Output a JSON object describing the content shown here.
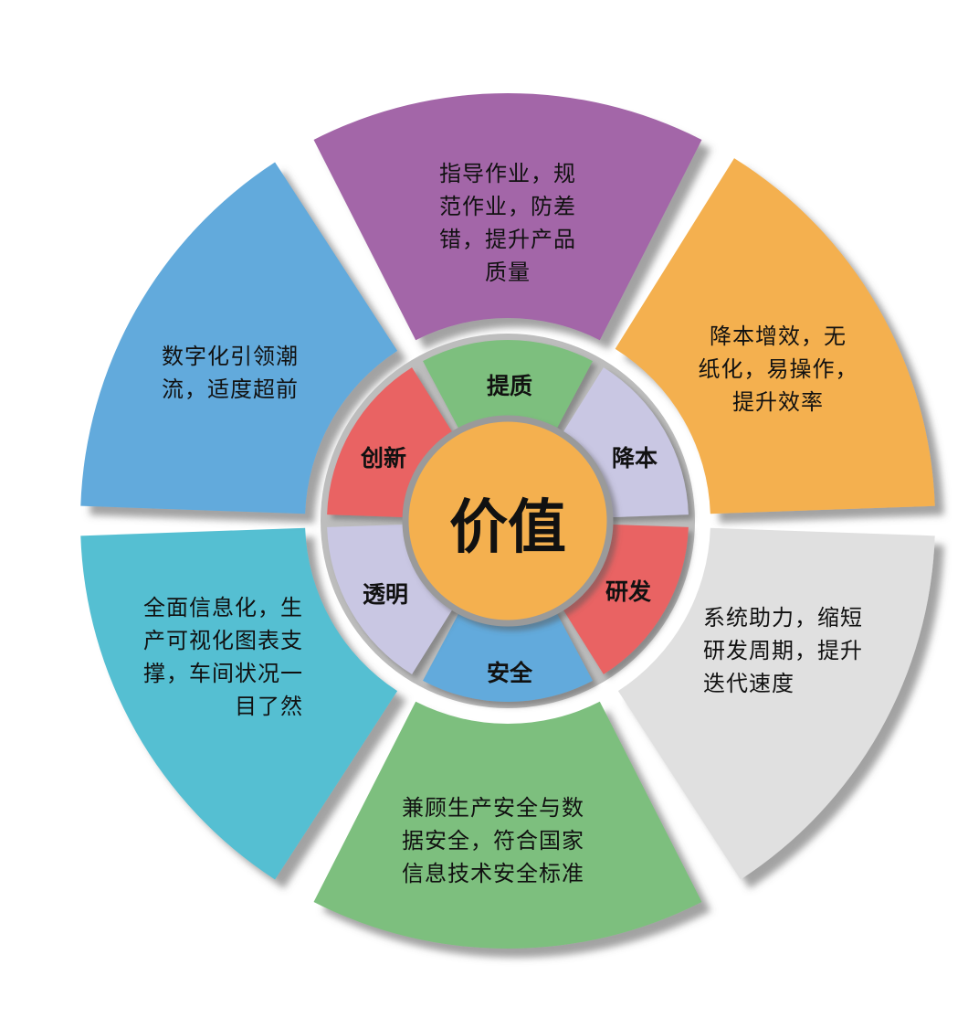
{
  "center_label": "价值",
  "colors": {
    "purple": "#A366A8",
    "orange": "#F4B04F",
    "gray": "#E0E0E0",
    "green": "#7DBF7E",
    "cyan": "#55BFD2",
    "blue": "#62AADC",
    "red": "#E96364",
    "lavender": "#C9C7E3",
    "center": "#F4B04F"
  },
  "inner": {
    "tizhi": "提质",
    "jiangben": "降本",
    "yanfa": "研发",
    "anquan": "安全",
    "touming": "透明",
    "chuangxin": "创新"
  },
  "outer": {
    "quality": [
      "指导作业，规",
      "范作业，防差",
      "错，提升产品",
      "质量"
    ],
    "cost": [
      "降本增效，无",
      "纸化，易操作，",
      "提升效率"
    ],
    "rd": [
      "系统助力，缩短",
      "研发周期，提升",
      "迭代速度"
    ],
    "safety": [
      "兼顾生产安全与数",
      "据安全，符合国家",
      "信息技术安全标准"
    ],
    "transparency": [
      "全面信息化，生",
      "产可视化图表支",
      "撑，车间状况一",
      "目了然"
    ],
    "innovation": [
      "数字化引领潮",
      "流，适度超前"
    ]
  }
}
